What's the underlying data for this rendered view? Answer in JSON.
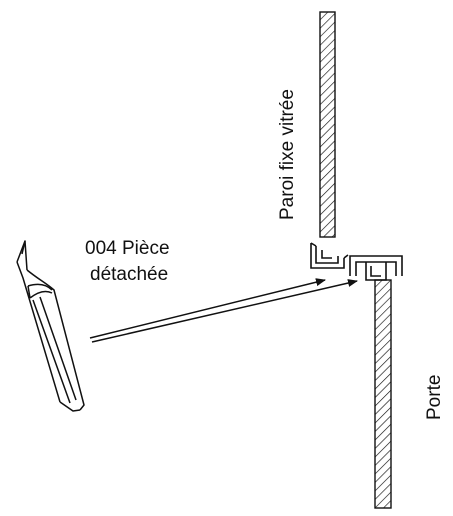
{
  "labels": {
    "part_line1": "004 Pièce",
    "part_line2": "détachée",
    "fixed_panel": "Paroi fixe vitrée",
    "door": "Porte"
  },
  "colors": {
    "ink": "#111111",
    "background": "#ffffff"
  }
}
